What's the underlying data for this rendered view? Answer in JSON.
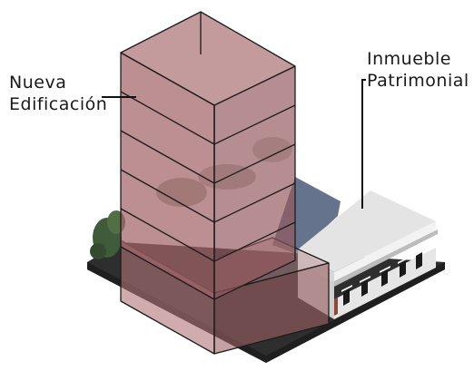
{
  "labels": {
    "new_building": [
      "Nueva",
      "Edificación"
    ],
    "heritage_building": [
      "Inmueble",
      "Patrimonial"
    ]
  },
  "colors": {
    "new_building_volume": "#a4686a",
    "new_building_edges": "#1c1c1c",
    "heritage_roof": "#e2e2e2",
    "heritage_facade": "#ececec",
    "plot_slab": "#2b2b2b",
    "ground_shadow": "#4a5c78",
    "vegetation": "#3f5b3a"
  },
  "icons": [
    "isometric-new-building-volume",
    "heritage-house",
    "trees"
  ]
}
